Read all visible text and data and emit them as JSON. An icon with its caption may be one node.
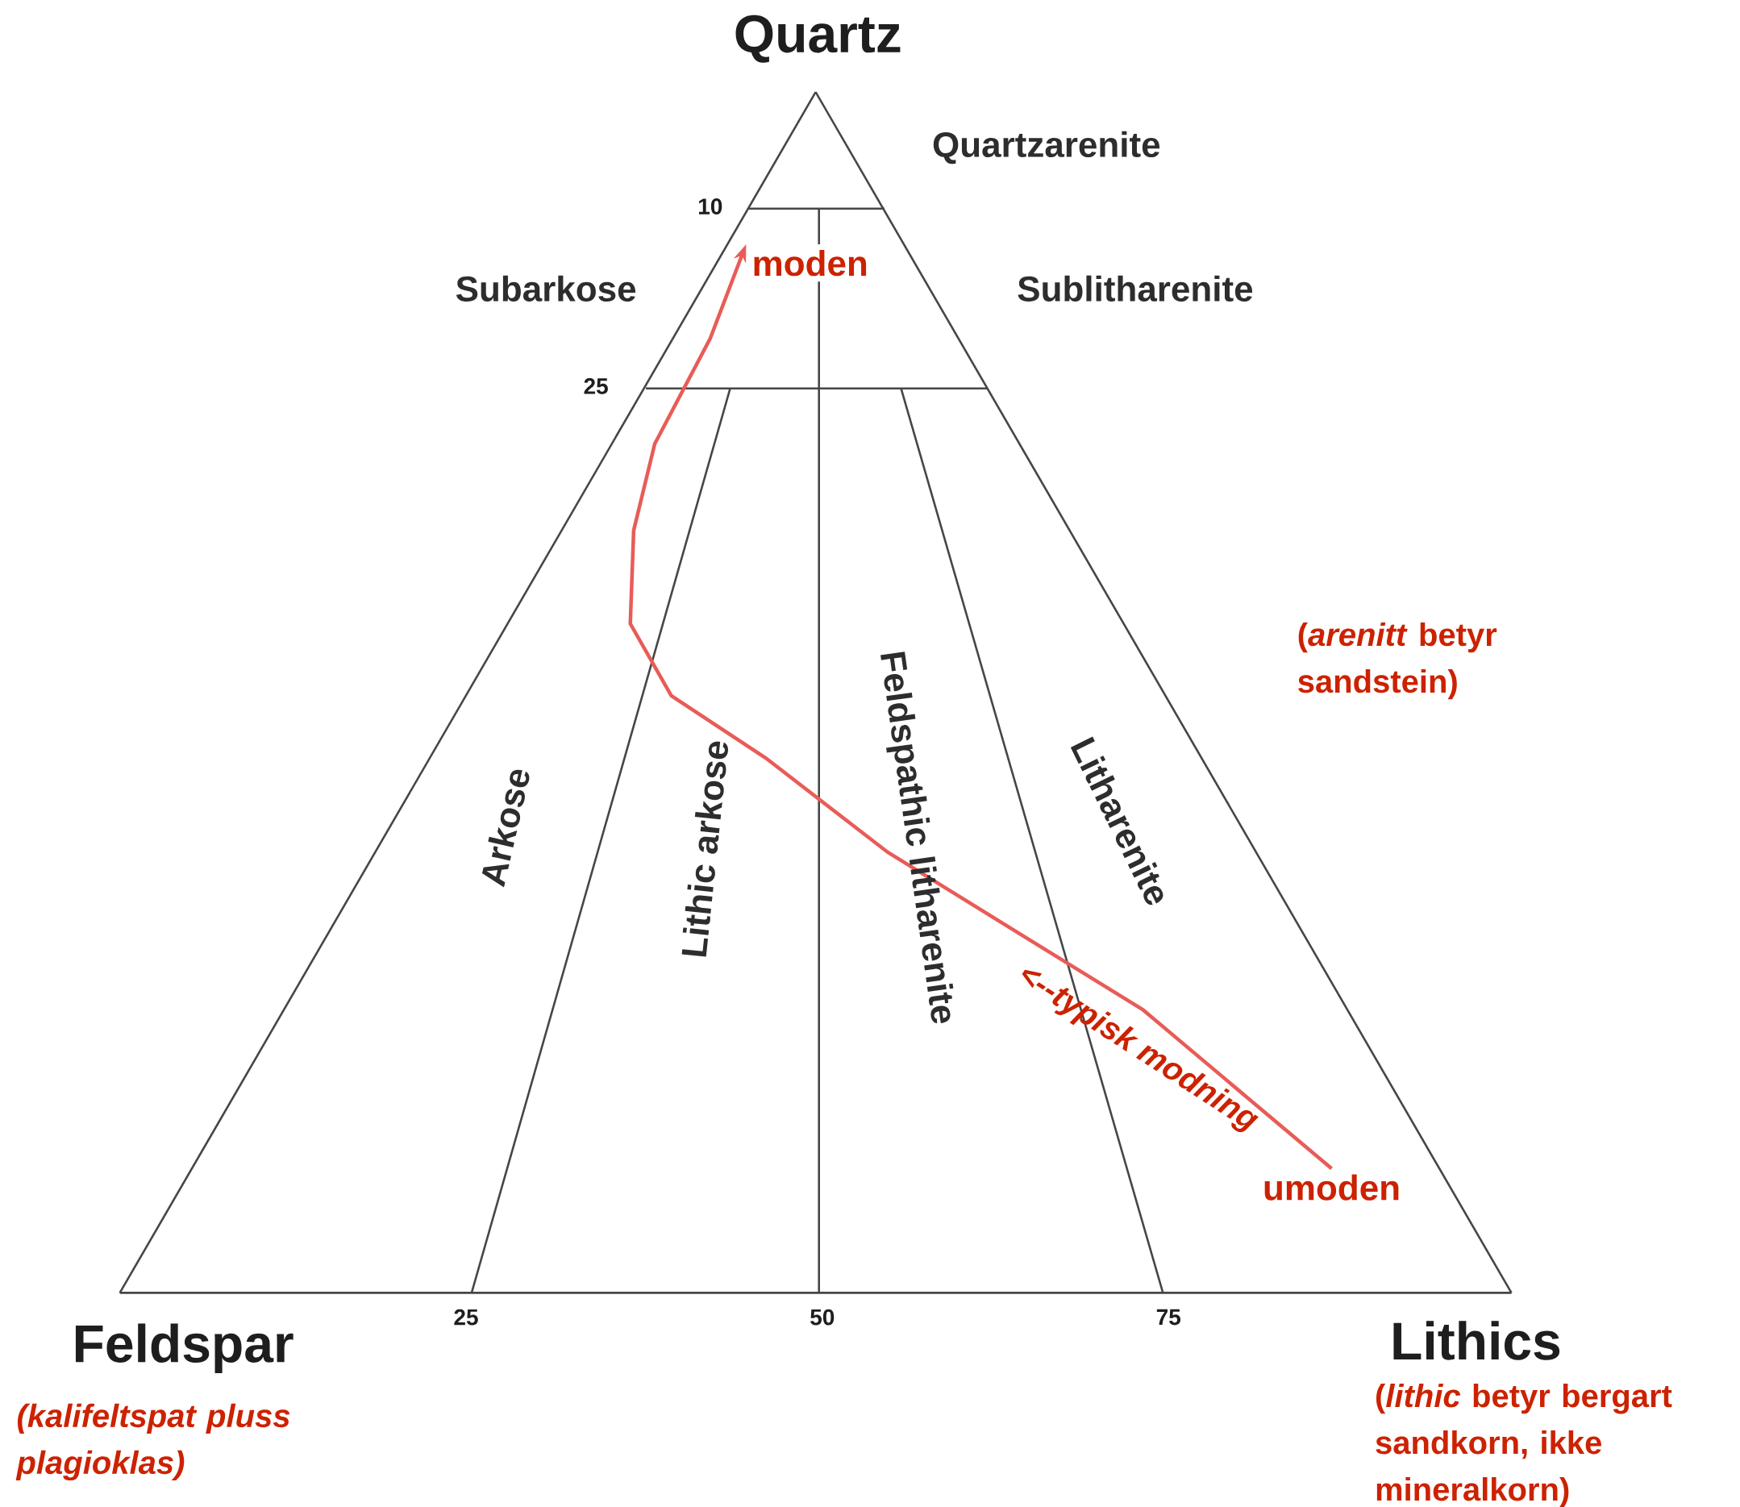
{
  "diagram": {
    "nodes": [
      {
        "text": [
          "moden"
        ]
      },
      {
        "text": [
          "umoden"
        ]
      }
    ],
    "edges": [
      {
        "from": 1,
        "to": 0,
        "arrow": "to",
        "label": "<--typisk modning",
        "color": "#e85c58"
      }
    ],
    "labels": [
      "Quartz",
      "Quartzarenite",
      "10",
      "Subarkose",
      "Sublitharenite",
      "25",
      "(*arenitt* betyr sandstein)",
      "Arkose",
      "Lithic arkose",
      "Feldspathic litharenite",
      "Litharenite",
      "25",
      "50",
      "75",
      "Feldspar",
      "Lithics",
      "(*lithic* betyr bergart sandkorn, ikke mineralkorn)",
      "(kalifeltspat pluss plagioklas)"
    ]
  }
}
